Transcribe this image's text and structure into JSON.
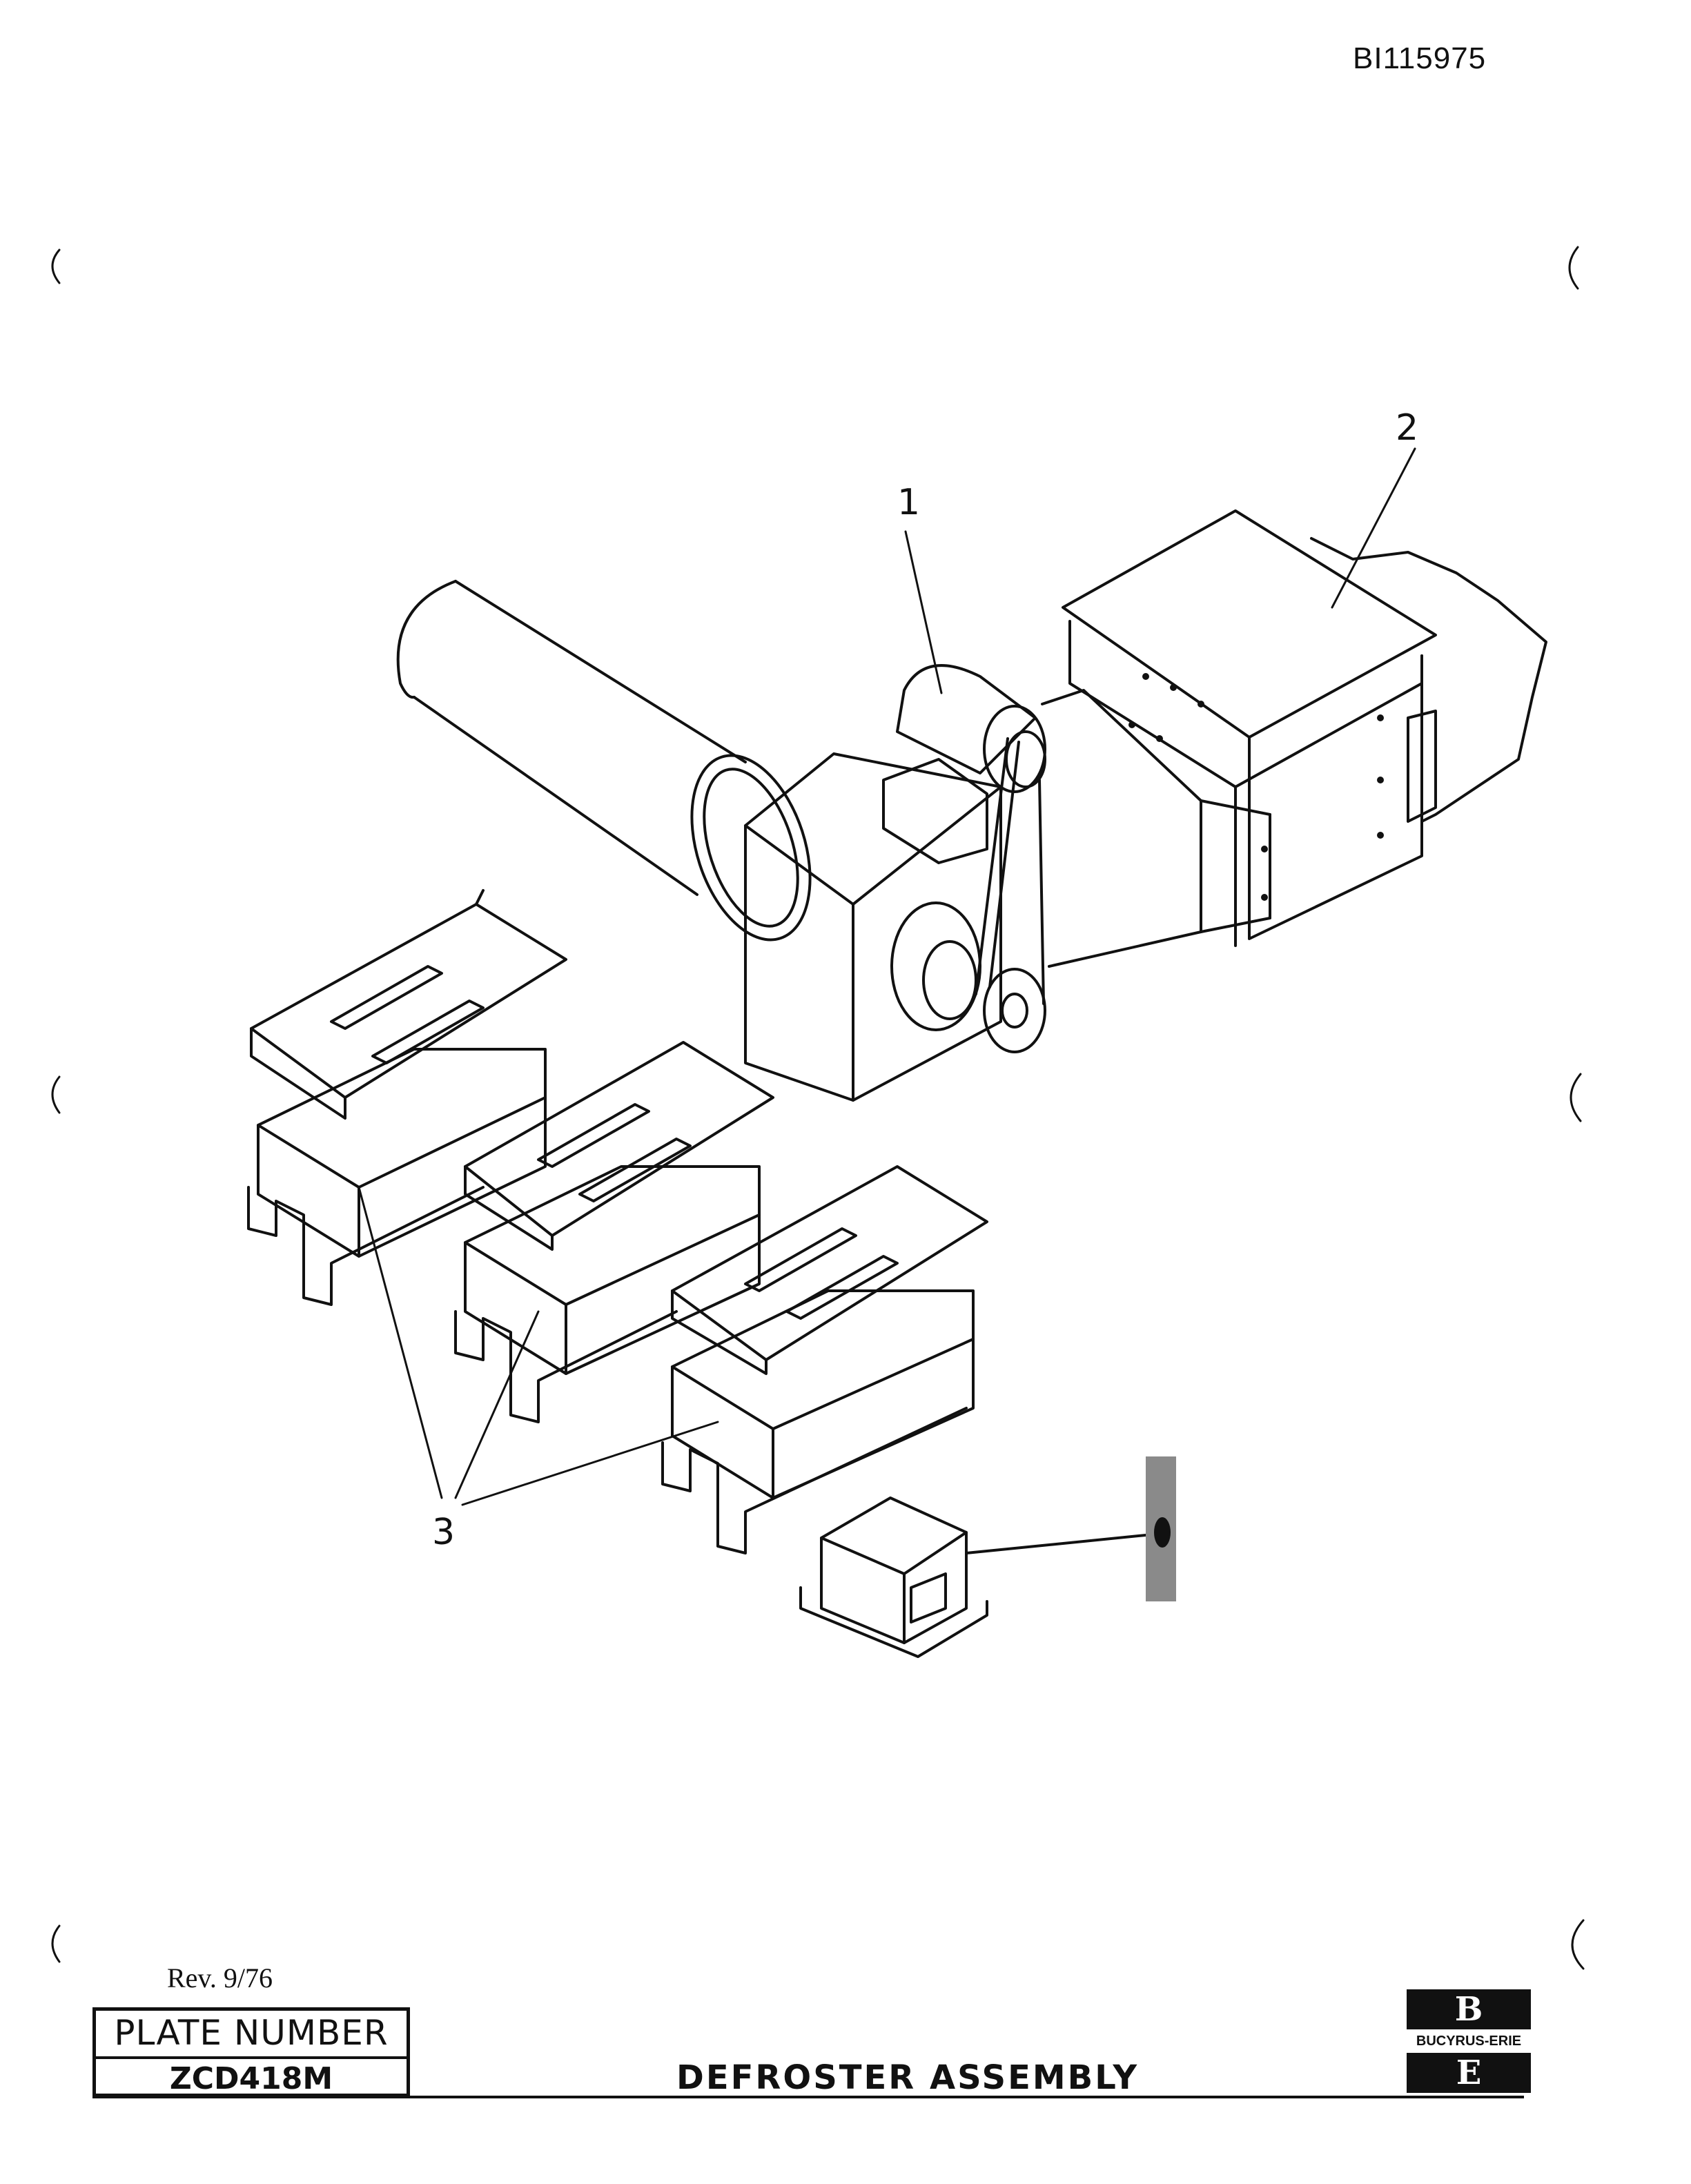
{
  "document": {
    "id": "BI115975",
    "revision": "Rev. 9/76",
    "plate_label": "PLATE NUMBER",
    "plate_number": "ZCD418M",
    "title": "DEFROSTER ASSEMBLY",
    "company": {
      "name": "BUCYRUS-ERIE",
      "logo_top": "B",
      "logo_bottom": "E"
    }
  },
  "callouts": {
    "c1": "1",
    "c2": "2",
    "c3": "3"
  },
  "colors": {
    "ink": "#111111",
    "paper": "#ffffff"
  }
}
